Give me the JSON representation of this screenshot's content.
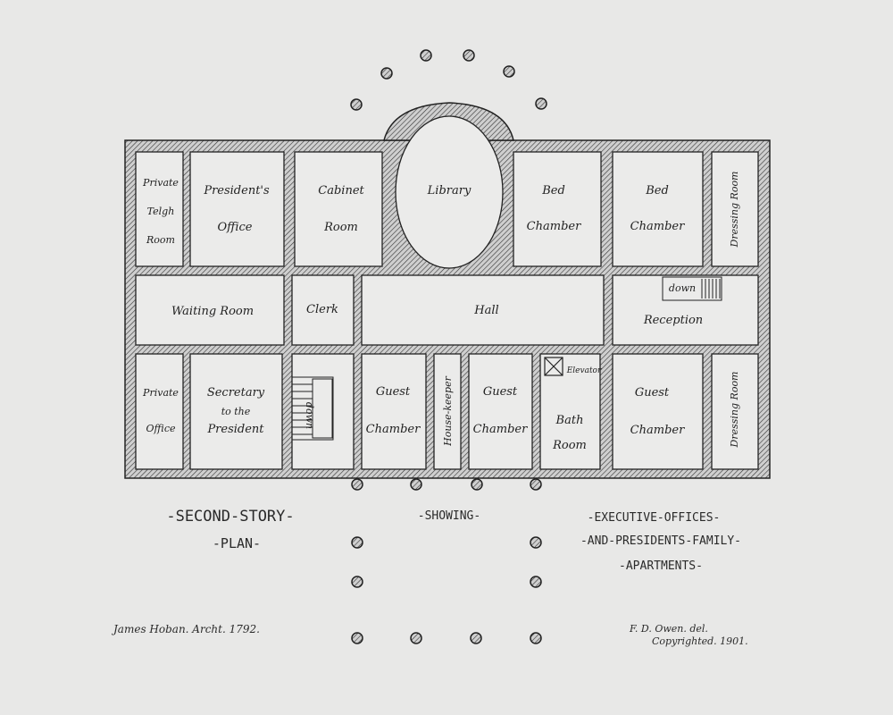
{
  "rooms": {
    "private_telgh": [
      "Private",
      "Telgh",
      "Room"
    ],
    "presidents_office": [
      "President's",
      "Office"
    ],
    "cabinet_room": [
      "Cabinet",
      "Room"
    ],
    "library": "Library",
    "bed_chamber_1": [
      "Bed",
      "Chamber"
    ],
    "bed_chamber_2": [
      "Bed",
      "Chamber"
    ],
    "dressing_room_top": "Dressing Room",
    "waiting_room": "Waiting Room",
    "clerk": "Clerk",
    "hall": "Hall",
    "down_stair_right": "down",
    "reception": "Reception",
    "private_office": [
      "Private",
      "Office"
    ],
    "secretary": [
      "Secretary",
      "to the",
      "President"
    ],
    "down_stair_left": "down",
    "guest_chamber_1": [
      "Guest",
      "Chamber"
    ],
    "house_keeper": "House-keeper",
    "guest_chamber_2": [
      "Guest",
      "Chamber"
    ],
    "elevator": "Elevator",
    "bath_room": [
      "Bath",
      "Room"
    ],
    "guest_chamber_3": [
      "Guest",
      "Chamber"
    ],
    "dressing_room_bottom": "Dressing Room"
  },
  "caption": {
    "left_line1": "-SECOND-STORY-",
    "left_line2": "-PLAN-",
    "middle": "-SHOWING-",
    "right_line1": "-EXECUTIVE-OFFICES-",
    "right_line2": "-AND-PRESIDENTS-FAMILY-",
    "right_line3": "-APARTMENTS-"
  },
  "credits": {
    "architect": "James Hoban. Archt. 1792.",
    "delineator": "F. D. Owen. del.",
    "copyright": "Copyrighted. 1901."
  }
}
